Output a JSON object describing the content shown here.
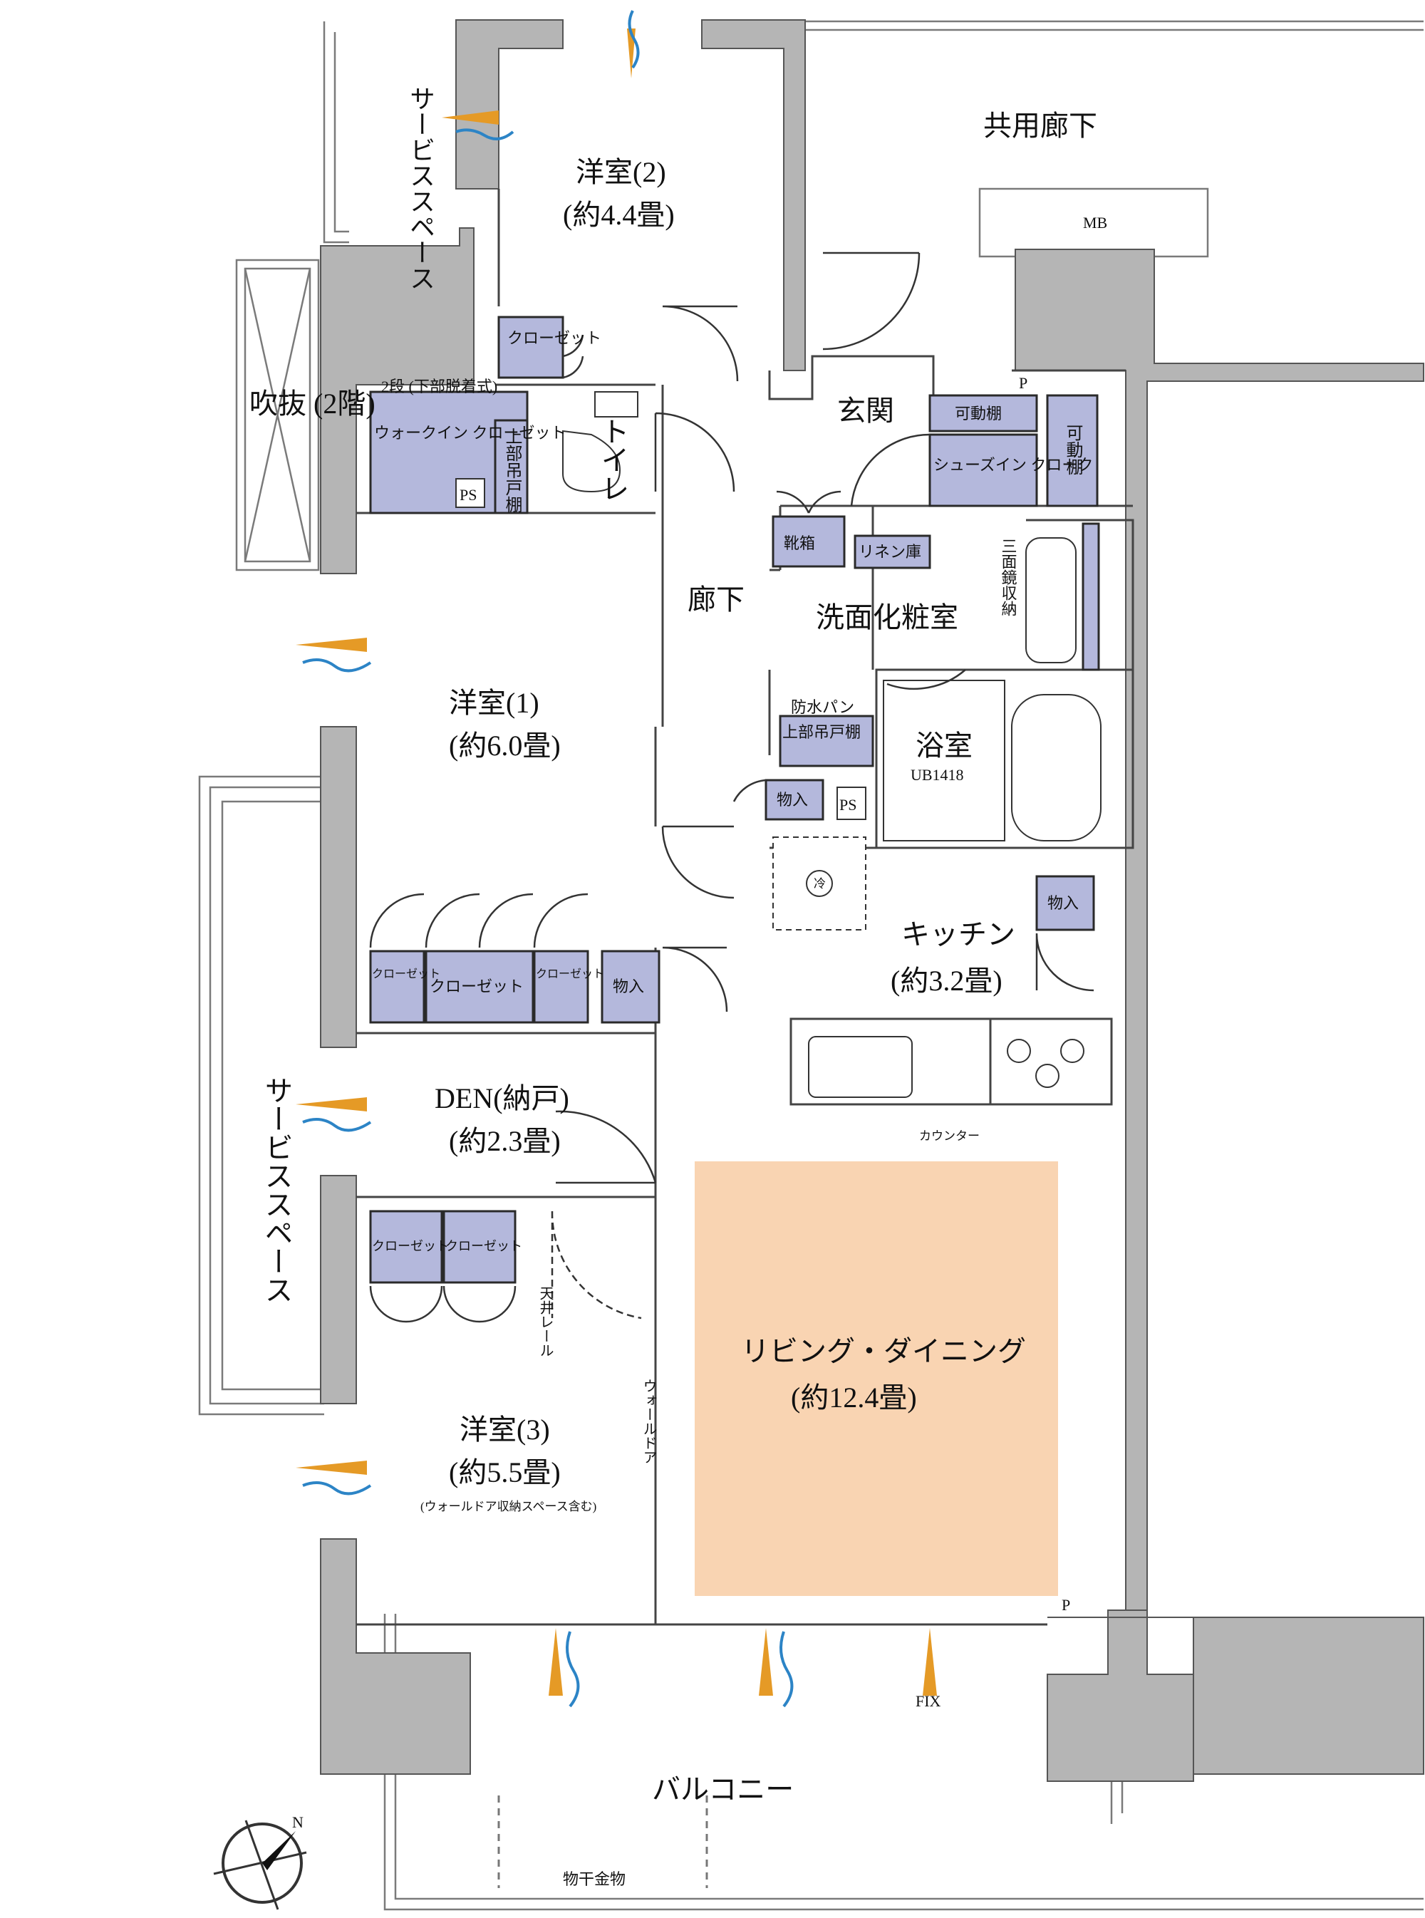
{
  "colors": {
    "wall": "#b5b5b5",
    "storage": "#b4b8dc",
    "living_highlight": "#f9d4b2",
    "ventilation_orange": "#e59a26",
    "ventilation_blue": "#2c84c6"
  },
  "rooms": {
    "western2": {
      "name": "洋室(2)",
      "area": "(約4.4畳)"
    },
    "western1": {
      "name": "洋室(1)",
      "area": "(約6.0畳)"
    },
    "western3": {
      "name": "洋室(3)",
      "area": "(約5.5畳)",
      "note": "(ウォールドア収納スペース含む)"
    },
    "den": {
      "name": "DEN(納戸)",
      "area": "(約2.3畳)"
    },
    "kitchen": {
      "name": "キッチン",
      "area": "(約3.2畳)"
    },
    "living": {
      "name": "リビング・ダイニング",
      "area": "(約12.4畳)"
    },
    "entrance": "玄関",
    "hall": "廊下",
    "toilet": "トイレ",
    "washroom": "洗面化粧室",
    "bathroom": "浴室",
    "bath_model": "UB1418"
  },
  "storage": {
    "closet": "クロー\nゼット",
    "closet_wide": "クローゼット",
    "mono": "物入",
    "shoe_box": "靴箱",
    "linen": "リネン庫",
    "movable_shelf": "可動棚",
    "movable_shelf_v": "可動棚",
    "shoes_in_cloak": "シューズイン\nクローク",
    "wic": "ウォークイン\nクローゼット",
    "wic_note": "2段\n(下部脱着式)",
    "upper_shelf": "上部吊戸棚",
    "waterproof_pan": "防水パン",
    "upper_shelf2": "上部吊戸棚",
    "mirror_storage": "三面鏡収納"
  },
  "marks": {
    "ps": "PS",
    "p": "P",
    "mb": "MB",
    "fix": "FIX",
    "fridge": "冷",
    "counter": "カウンター",
    "ceiling_rail": "天井レール",
    "wall_door": "ウォールドア",
    "north": "N"
  },
  "outside": {
    "corridor": "共用廊下",
    "service_top": "サービススペース",
    "service_left": "サービススペース",
    "atrium": "吹抜\n(2階)",
    "balcony": "バルコニー",
    "drying_rack": "物干金物"
  }
}
